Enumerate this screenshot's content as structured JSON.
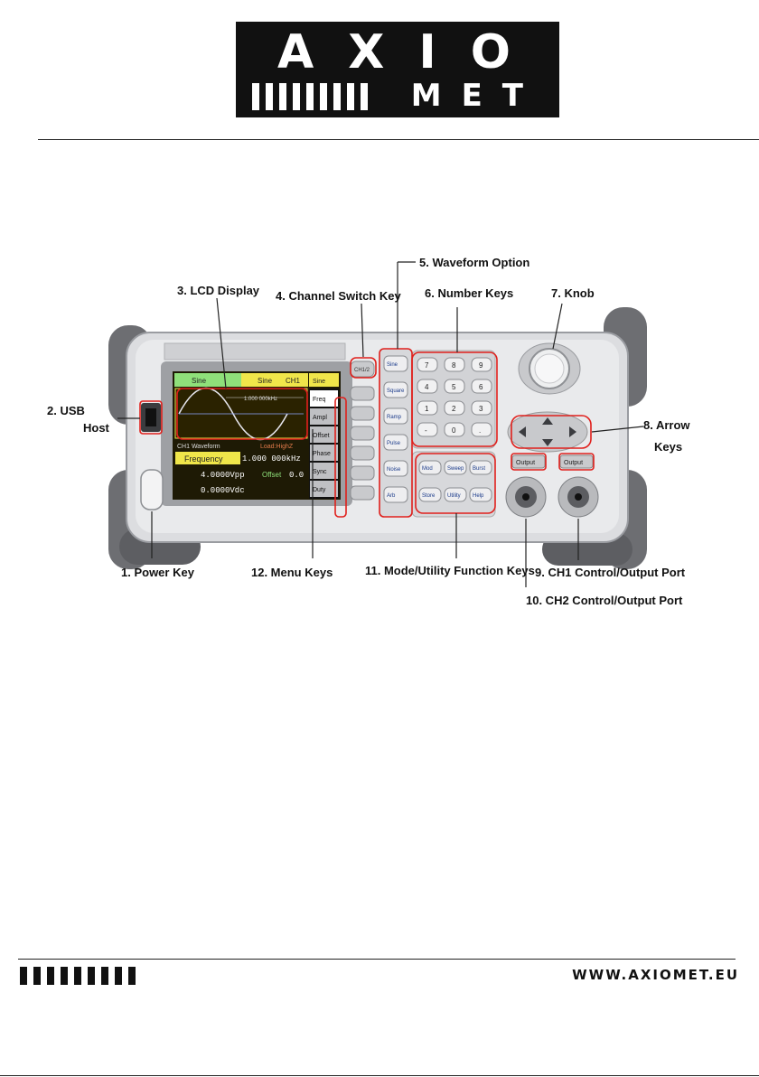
{
  "logo": {
    "top_word": "AXIO",
    "bottom_word": "MET",
    "bar_count": 9
  },
  "footer": {
    "url": "WWW.AXIOMET.EU",
    "bar_count": 9
  },
  "callouts": {
    "usb_host_1": "2. USB",
    "usb_host_2": "Host",
    "lcd": "3. LCD Display",
    "channel_switch": "4. Channel Switch Key",
    "waveform_option": "5.   Waveform   Option",
    "number_keys": "6. Number Keys",
    "knob": "7. Knob",
    "arrow_keys_1": "8. Arrow",
    "arrow_keys_2": "Keys",
    "ch1_port": "9. CH1 Control/Output Port",
    "ch2_port": "10. CH2 Control/Output Port",
    "mode_utility": "11. Mode/Utility Function Keys",
    "menu_keys": "12. Menu Keys",
    "power_key": "1. Power Key"
  },
  "lcd_screen": {
    "tab_left": "Sine",
    "tab_mid": "Sine",
    "tab_channel": "CH1",
    "menu_header": "Sine",
    "menu_items": [
      "Freq",
      "Ampl",
      "Offset",
      "Phase",
      "Sync",
      "Duty"
    ],
    "status_line": "CH1 Waveform",
    "status_right": "Load:HighZ",
    "param_label": "Frequency",
    "param_value": "1.000 000kHz",
    "ampl_value": "4.0000Vpp",
    "offset_label": "Offset",
    "offset_value": "0.0",
    "phase_value": "0.0000Vdc"
  },
  "panel": {
    "waveform_keys": [
      "Sine",
      "Square",
      "Ramp",
      "Pulse",
      "Noise",
      "Arb"
    ],
    "channel_key": "CH1/2",
    "number_keys": [
      "7",
      "8",
      "9",
      "4",
      "5",
      "6",
      "1",
      "2",
      "3",
      "-",
      "0",
      "."
    ],
    "mode_keys": [
      "Mod",
      "Sweep",
      "Burst",
      "Store",
      "Utility",
      "Help"
    ],
    "output_label_1": "Output",
    "output_label_2": "Output"
  },
  "colors": {
    "annotation": "#e0201c",
    "lcd_green": "#8fe07a",
    "lcd_yellow": "#f0e64a",
    "lcd_bg": "#2a2200"
  }
}
